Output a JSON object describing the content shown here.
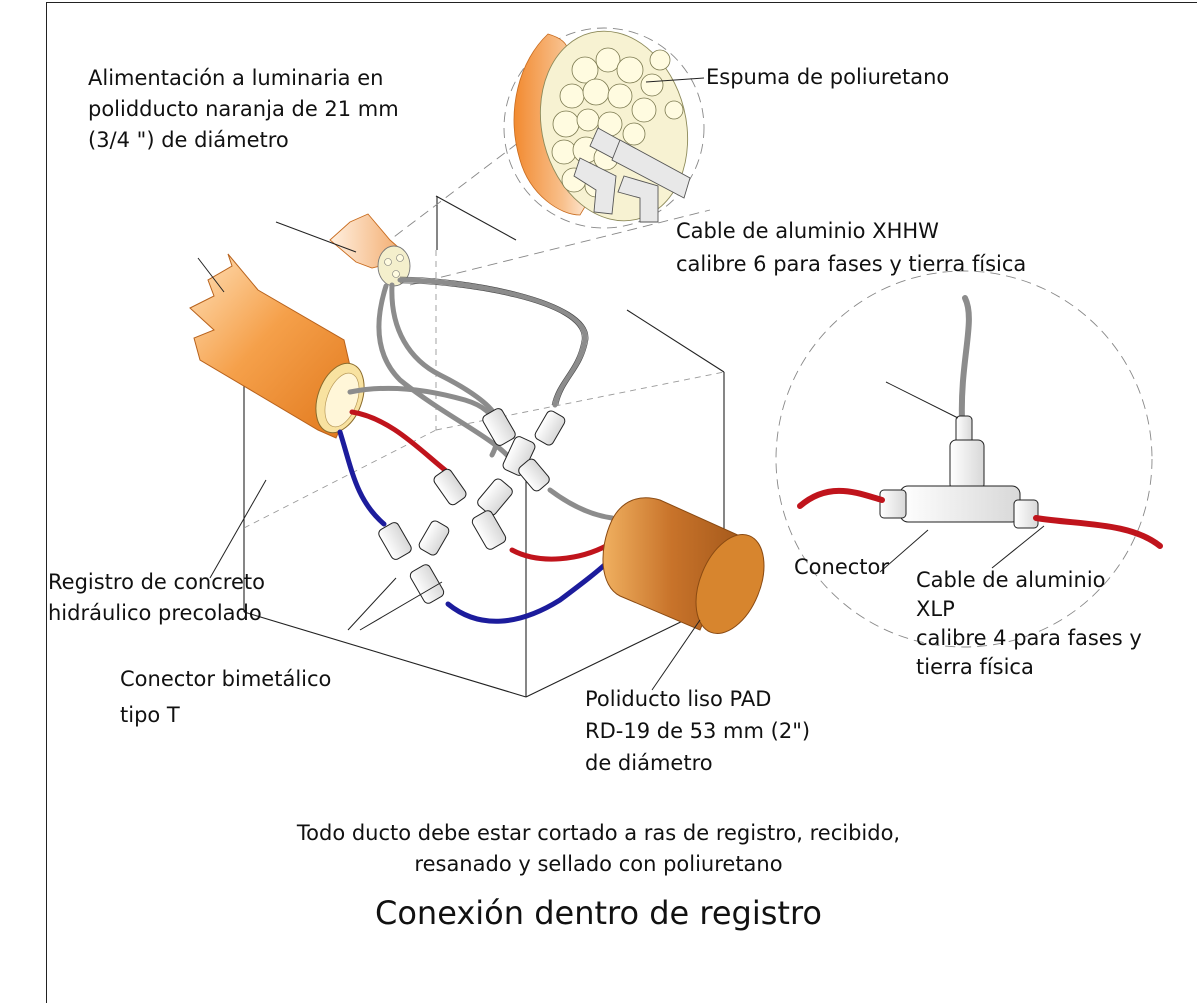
{
  "labels": {
    "alimentacion": [
      "Alimentación a luminaria en",
      "polidducto naranja de 21 mm",
      "(3/4 \") de diámetro"
    ],
    "espuma": "Espuma de poliuretano",
    "cable_xhhw": [
      "Cable de aluminio XHHW",
      "calibre 6 para fases y tierra física"
    ],
    "registro": [
      "Registro de concreto",
      "hidráulico precolado"
    ],
    "conector_t": [
      "Conector bimetálico",
      "tipo T"
    ],
    "poliducto_liso": [
      "Poliducto liso PAD",
      "RD-19 de 53 mm (2\")",
      "de diámetro"
    ],
    "conector": "Conector",
    "cable_xlp": [
      "Cable de aluminio",
      "XLP",
      "calibre 4 para fases y",
      "tierra física"
    ]
  },
  "notes": {
    "line1": "Todo ducto debe estar cortado a ras de registro, recibido,",
    "line2": "resanado y sellado con poliuretano",
    "title": "Conexión dentro de registro"
  },
  "colors": {
    "orange_duct": "#f08a24",
    "brown_duct": "#c8752a",
    "cable_gray": "#8c8c8c",
    "cable_red": "#c0141c",
    "cable_blue": "#1c1c9c",
    "foam": "#f3efc4"
  }
}
